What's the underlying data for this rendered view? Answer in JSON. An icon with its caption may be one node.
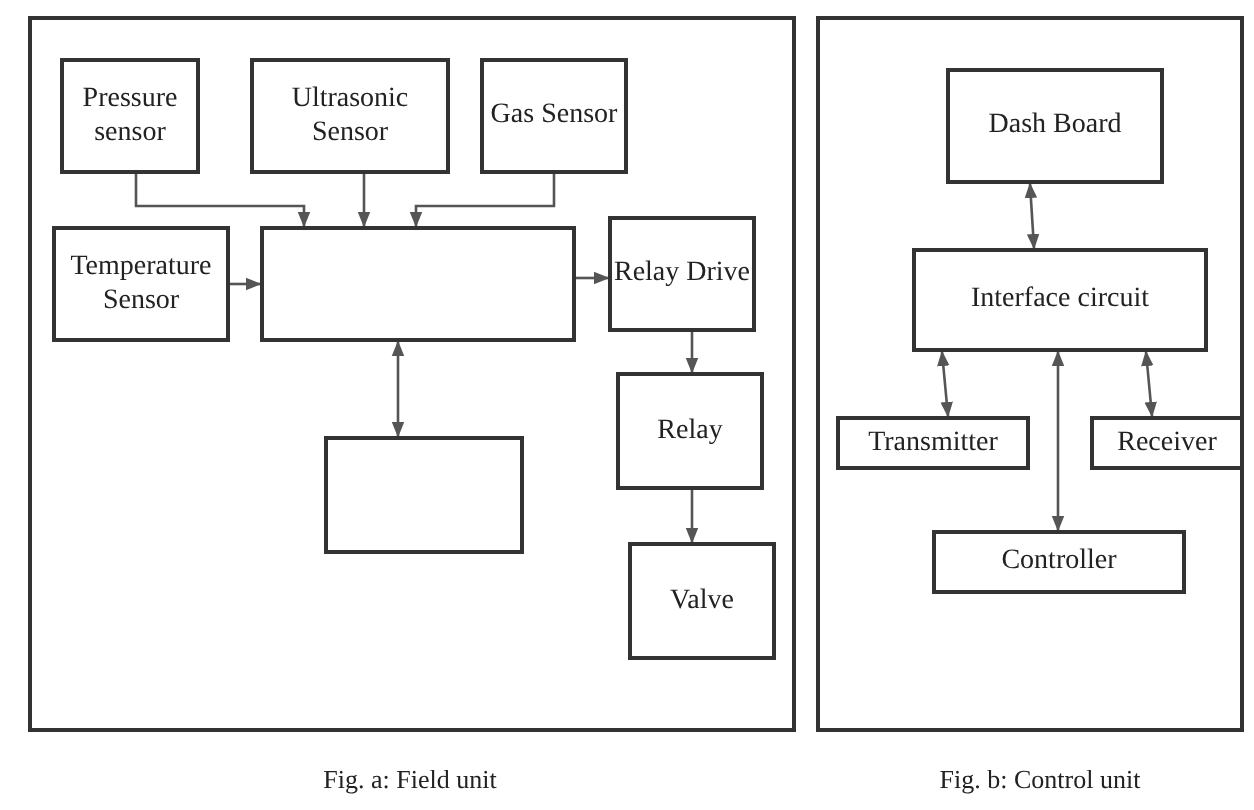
{
  "diagram": {
    "nodes": [
      {
        "text": [],
        "shape": "box",
        "beside": [
          "Fig. a: Field unit"
        ]
      },
      {
        "text": [
          "Pressure sensor"
        ],
        "in": 0
      },
      {
        "text": [
          "Ultrasonic Sensor"
        ],
        "in": 0
      },
      {
        "text": [
          "Gas Sensor"
        ],
        "in": 0
      },
      {
        "text": [
          "Temperature Sensor"
        ],
        "in": 0
      },
      {
        "text": [],
        "shape": "box",
        "in": 0
      },
      {
        "text": [
          "Relay Drive"
        ],
        "in": 0
      },
      {
        "text": [],
        "shape": "box",
        "in": 0
      },
      {
        "text": [
          "Relay"
        ],
        "in": 0
      },
      {
        "text": [
          "Valve"
        ],
        "in": 0
      },
      {
        "text": [],
        "shape": "box",
        "beside": [
          "Fig. b: Control unit"
        ]
      },
      {
        "text": [
          "Dash Board"
        ],
        "in": 10
      },
      {
        "text": [
          "Interface circuit"
        ],
        "in": 10
      },
      {
        "text": [
          "Transmitter"
        ],
        "in": 10
      },
      {
        "text": [
          "Receiver"
        ],
        "in": 10
      },
      {
        "text": [
          "Controller"
        ],
        "in": 10
      }
    ],
    "edges": [
      {
        "from": 1,
        "to": 5,
        "arrow": "to"
      },
      {
        "from": 2,
        "to": 5,
        "arrow": "to"
      },
      {
        "from": 3,
        "to": 5,
        "arrow": "to"
      },
      {
        "from": 4,
        "to": 5,
        "arrow": "to"
      },
      {
        "from": 5,
        "to": 6,
        "arrow": "to"
      },
      {
        "from": 5,
        "to": 7,
        "arrow": "both"
      },
      {
        "from": 6,
        "to": 8,
        "arrow": "to"
      },
      {
        "from": 8,
        "to": 9,
        "arrow": "to"
      },
      {
        "from": 11,
        "to": 12,
        "arrow": "both"
      },
      {
        "from": 12,
        "to": 13,
        "arrow": "both"
      },
      {
        "from": 12,
        "to": 14,
        "arrow": "both"
      },
      {
        "from": 12,
        "to": 15,
        "arrow": "both"
      }
    ]
  }
}
